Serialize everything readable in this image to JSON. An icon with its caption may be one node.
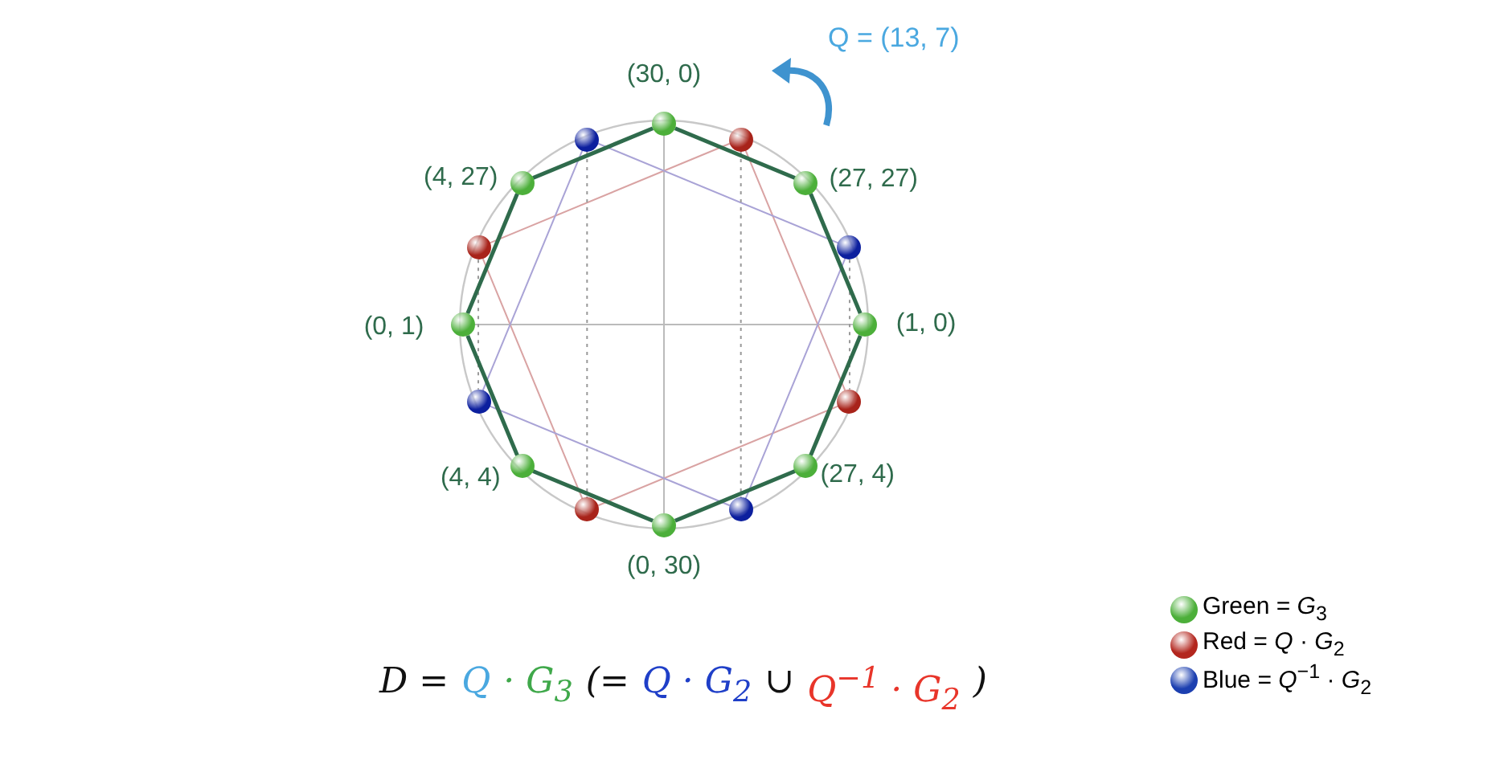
{
  "diagram": {
    "nodes": [
      {
        "text": [],
        "shape": "circle",
        "beside": [
          "(30, 0)"
        ]
      },
      {
        "text": [],
        "shape": "circle",
        "beside": [
          "(27, 27)"
        ]
      },
      {
        "text": [],
        "shape": "circle",
        "beside": [
          "(1, 0)"
        ]
      },
      {
        "text": [],
        "shape": "circle",
        "beside": [
          "(27, 4)"
        ]
      },
      {
        "text": [],
        "shape": "circle",
        "beside": [
          "(0, 30)"
        ]
      },
      {
        "text": [],
        "shape": "circle",
        "beside": [
          "(4, 4)"
        ]
      },
      {
        "text": [],
        "shape": "circle",
        "beside": [
          "(0, 1)"
        ]
      },
      {
        "text": [],
        "shape": "circle",
        "beside": [
          "(4, 27)"
        ]
      },
      {
        "text": [],
        "shape": "circle"
      },
      {
        "text": [],
        "shape": "circle"
      },
      {
        "text": [],
        "shape": "circle"
      },
      {
        "text": [],
        "shape": "circle"
      },
      {
        "text": [],
        "shape": "circle"
      },
      {
        "text": [],
        "shape": "circle"
      },
      {
        "text": [],
        "shape": "circle"
      },
      {
        "text": [],
        "shape": "circle"
      }
    ],
    "edges": [
      {
        "from": 0,
        "to": 4,
        "arrow": "none",
        "color": "#bbbbbb"
      },
      {
        "from": 6,
        "to": 2,
        "arrow": "none",
        "color": "#bbbbbb"
      },
      {
        "from": 8,
        "to": 11,
        "arrow": "none",
        "color": "#d9a3a3"
      },
      {
        "from": 11,
        "to": 10,
        "arrow": "none",
        "color": "#d9a3a3"
      },
      {
        "from": 10,
        "to": 9,
        "arrow": "none",
        "color": "#d9a3a3"
      },
      {
        "from": 9,
        "to": 8,
        "arrow": "none",
        "color": "#d9a3a3"
      },
      {
        "from": 12,
        "to": 13,
        "arrow": "none",
        "color": "#a9a3d6"
      },
      {
        "from": 13,
        "to": 14,
        "arrow": "none",
        "color": "#a9a3d6"
      },
      {
        "from": 14,
        "to": 15,
        "arrow": "none",
        "color": "#a9a3d6"
      },
      {
        "from": 15,
        "to": 12,
        "arrow": "none",
        "color": "#a9a3d6"
      },
      {
        "from": 12,
        "to": 10,
        "arrow": "none",
        "style": "dashed",
        "color": "#999999"
      },
      {
        "from": 8,
        "to": 14,
        "arrow": "none",
        "style": "dashed",
        "color": "#999999"
      },
      {
        "from": 11,
        "to": 15,
        "arrow": "none",
        "style": "dashed",
        "color": "#999999"
      },
      {
        "from": 13,
        "to": 9,
        "arrow": "none",
        "style": "dashed",
        "color": "#999999"
      },
      {
        "from": 0,
        "to": 1,
        "arrow": "none",
        "style": "thick"
      },
      {
        "from": 1,
        "to": 2,
        "arrow": "none",
        "style": "thick"
      },
      {
        "from": 2,
        "to": 3,
        "arrow": "none",
        "style": "thick"
      },
      {
        "from": 3,
        "to": 4,
        "arrow": "none",
        "style": "thick"
      },
      {
        "from": 4,
        "to": 5,
        "arrow": "none",
        "style": "thick"
      },
      {
        "from": 5,
        "to": 6,
        "arrow": "none",
        "style": "thick"
      },
      {
        "from": 6,
        "to": 7,
        "arrow": "none",
        "style": "thick"
      },
      {
        "from": 7,
        "to": 0,
        "arrow": "none",
        "style": "thick"
      }
    ],
    "labels": [
      "Q = (13, 7)",
      "D =",
      "Q",
      "· G$_{3}$",
      "(=",
      "Q · G$_{2}$",
      "∪",
      "Q$^{−1}$ · G$_{2}$",
      ")"
    ],
    "legend": [
      {
        "text": "Green = *G*$_{3}$",
        "color": "#4caf3a"
      },
      {
        "text": "Red = *Q* · *G*$_{2}$",
        "color": "#b3261e"
      },
      {
        "text": "Blue = *Q*$^{−1}$ · *G*$_{2}$",
        "color": "#1c3fb0"
      }
    ]
  }
}
